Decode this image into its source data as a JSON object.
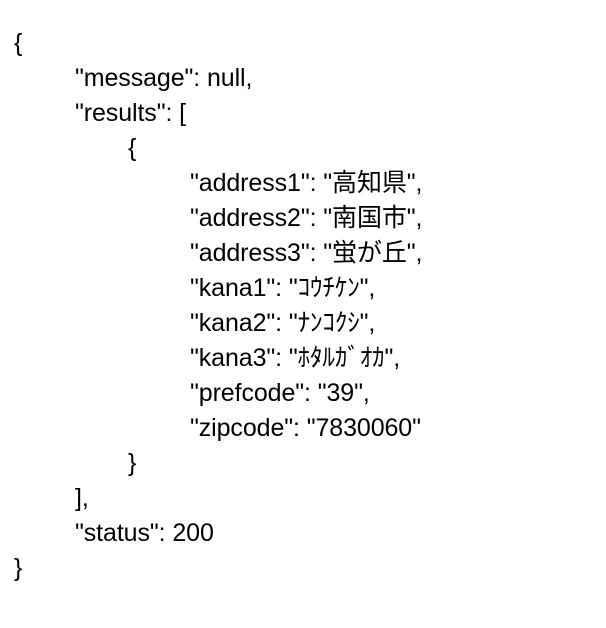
{
  "document": {
    "kind": "json-response",
    "background_color": "#ffffff",
    "text_color": "#000000",
    "lines": [
      {
        "indent": 0,
        "text": "{"
      },
      {
        "indent": 1,
        "text": "\"message\": null,"
      },
      {
        "indent": 1,
        "text": "\"results\": ["
      },
      {
        "indent": 2,
        "text": "{"
      },
      {
        "indent": 3,
        "text": "\"address1\": \"高知県\","
      },
      {
        "indent": 3,
        "text": "\"address2\": \"南国市\","
      },
      {
        "indent": 3,
        "text": "\"address3\": \"蛍が丘\","
      },
      {
        "indent": 3,
        "text": "\"kana1\": \"ｺｳﾁｹﾝ\","
      },
      {
        "indent": 3,
        "text": "\"kana2\": \"ﾅﾝｺｸｼ\","
      },
      {
        "indent": 3,
        "text": "\"kana3\": \"ﾎﾀﾙｶﾞｵｶ\","
      },
      {
        "indent": 3,
        "text": "\"prefcode\": \"39\","
      },
      {
        "indent": 3,
        "text": "\"zipcode\": \"7830060\""
      },
      {
        "indent": 2,
        "text": "}"
      },
      {
        "indent": 1,
        "text": "],"
      },
      {
        "indent": 1,
        "text": "\"status\": 200"
      },
      {
        "indent": 0,
        "text": "}"
      }
    ],
    "payload": {
      "message": null,
      "results": [
        {
          "address1": "高知県",
          "address2": "南国市",
          "address3": "蛍が丘",
          "kana1": "ｺｳﾁｹﾝ",
          "kana2": "ﾅﾝｺｸｼ",
          "kana3": "ﾎﾀﾙｶﾞｵｶ",
          "prefcode": "39",
          "zipcode": "7830060"
        }
      ],
      "status": 200
    }
  }
}
